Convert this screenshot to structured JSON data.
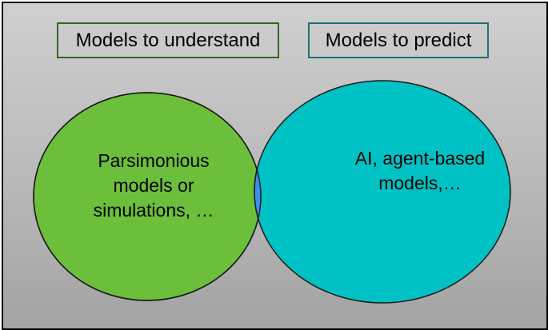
{
  "diagram": {
    "left_set": {
      "title": "Models to understand",
      "content": "Parsimonious\nmodels or\nsimulations, …",
      "fill_color": "#6cbf3a"
    },
    "right_set": {
      "title": "Models to predict",
      "content": "AI, agent-based\nmodels,…",
      "fill_color": "#00c2c4"
    },
    "overlap_color": "#3c8ef0"
  }
}
